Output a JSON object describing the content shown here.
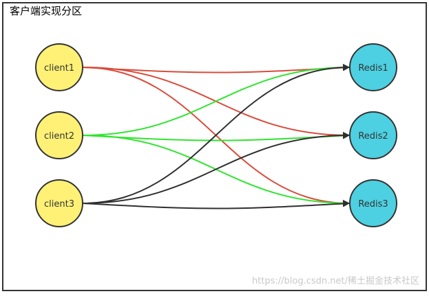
{
  "diagram": {
    "title": "客户端实现分区",
    "watermark": "https://blog.csdn.net/稀土掘金技术社区",
    "colors": {
      "client_fill": "#FFF176",
      "redis_fill": "#4DD0E1",
      "node_stroke": "#333333",
      "client1_edge": "#D94B3A",
      "client2_edge": "#2EE52E",
      "client3_edge": "#2F2F2F",
      "border": "#333333"
    },
    "nodes": [
      {
        "id": "client1",
        "label": "client1",
        "group": "client"
      },
      {
        "id": "client2",
        "label": "client2",
        "group": "client"
      },
      {
        "id": "client3",
        "label": "client3",
        "group": "client"
      },
      {
        "id": "redis1",
        "label": "Redis1",
        "group": "redis"
      },
      {
        "id": "redis2",
        "label": "Redis2",
        "group": "redis"
      },
      {
        "id": "redis3",
        "label": "Redis3",
        "group": "redis"
      }
    ],
    "edges": [
      {
        "from": "client1",
        "to": "redis1"
      },
      {
        "from": "client1",
        "to": "redis2"
      },
      {
        "from": "client1",
        "to": "redis3"
      },
      {
        "from": "client2",
        "to": "redis1"
      },
      {
        "from": "client2",
        "to": "redis2"
      },
      {
        "from": "client2",
        "to": "redis3"
      },
      {
        "from": "client3",
        "to": "redis1"
      },
      {
        "from": "client3",
        "to": "redis2"
      },
      {
        "from": "client3",
        "to": "redis3"
      }
    ]
  }
}
